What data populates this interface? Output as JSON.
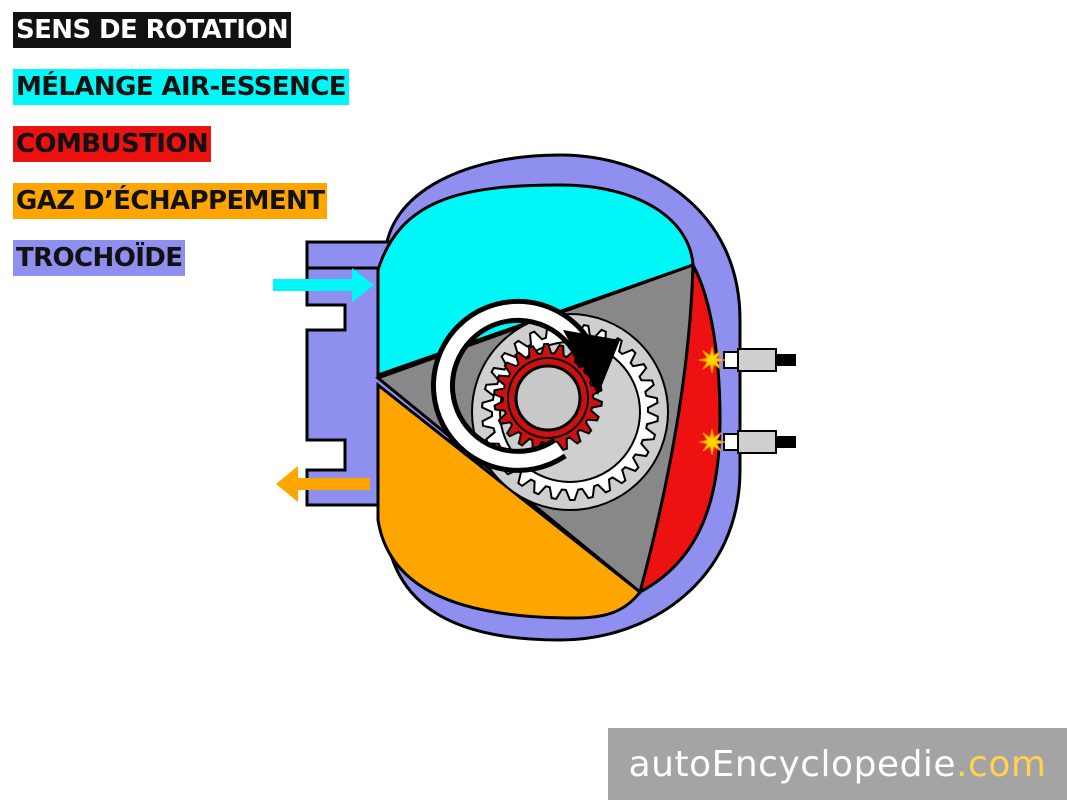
{
  "legend": {
    "items": [
      {
        "label": "SENS DE ROTATION",
        "bg": "#111111",
        "fg": "#ffffff"
      },
      {
        "label": "MÉLANGE AIR-ESSENCE",
        "bg": "#00f7f7",
        "fg": "#111111"
      },
      {
        "label": "COMBUSTION",
        "bg": "#ee1111",
        "fg": "#111111"
      },
      {
        "label": "GAZ D’ÉCHAPPEMENT",
        "bg": "#ffa500",
        "fg": "#111111"
      },
      {
        "label": "TROCHOÏDE",
        "bg": "#8f8ff0",
        "fg": "#111111"
      }
    ]
  },
  "colors": {
    "housing": "#8f8ff0",
    "outline": "#000000",
    "intake_mixture": "#00f7f7",
    "combustion": "#ee1111",
    "exhaust": "#ffa500",
    "rotor": "#888888",
    "stator_gear": "#cfcfcf",
    "rotor_gear": "#cc1111",
    "shaft": "#c8c8c8",
    "spark": "#ffd400",
    "rotation_arrow": "#000000"
  },
  "icons": {
    "intake_arrow": "arrow-right-icon",
    "exhaust_arrow": "arrow-left-icon",
    "rotation": "rotation-arrow-icon",
    "spark": "spark-icon"
  },
  "watermark": {
    "text_main": "autoEncyclopedie",
    "text_tld": ".com",
    "tld_color": "#ffd34d"
  }
}
